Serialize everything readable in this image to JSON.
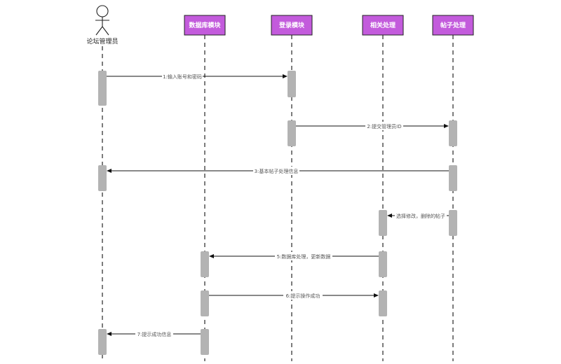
{
  "colors": {
    "participant_fill": "#c35bdc",
    "participant_border": "#222222",
    "activation": "#b3b3b3",
    "line": "#111111",
    "background": "#ffffff"
  },
  "participants": [
    {
      "id": "admin",
      "label": "论坛管理员",
      "kind": "actor"
    },
    {
      "id": "db",
      "label": "数据库模块",
      "kind": "box"
    },
    {
      "id": "login",
      "label": "登录模块",
      "kind": "box"
    },
    {
      "id": "related",
      "label": "相关处理",
      "kind": "box"
    },
    {
      "id": "post",
      "label": "帖子处理",
      "kind": "box"
    }
  ],
  "messages": [
    {
      "from": "admin",
      "to": "login",
      "label": "1:输入账号和密码"
    },
    {
      "from": "login",
      "to": "post",
      "label": "2:提交管理员ID"
    },
    {
      "from": "post",
      "to": "admin",
      "label": "3:基本帖子处理信息"
    },
    {
      "from": "post",
      "to": "related",
      "label": "选择修改，删除的帖子"
    },
    {
      "from": "related",
      "to": "db",
      "label": "5:数据库处理，更新数据"
    },
    {
      "from": "db",
      "to": "related",
      "label": "6:提示操作成功"
    },
    {
      "from": "db",
      "to": "admin",
      "label": "7:提示成功信息"
    }
  ]
}
